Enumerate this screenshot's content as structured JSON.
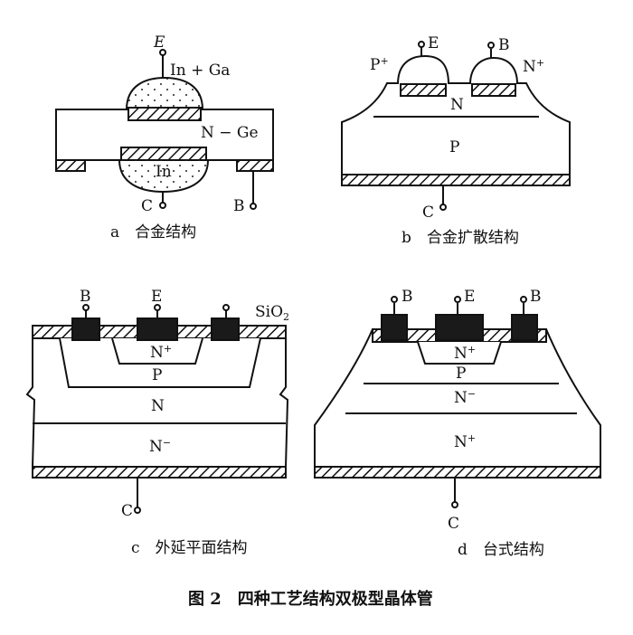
{
  "figure": {
    "caption": "图 2　四种工艺结构双极型晶体管"
  },
  "panels": [
    {
      "id": "a",
      "caption": "a　合金结构",
      "labels": {
        "emitter": "E",
        "emitter_material": "In + Ga",
        "base_region": "N − Ge",
        "collector_material": "In",
        "collector": "C",
        "base": "B"
      }
    },
    {
      "id": "b",
      "caption": "b　合金扩散结构",
      "labels": {
        "p_plus": "P",
        "p_plus_sup": "+",
        "emitter": "E",
        "base": "B",
        "n_plus": "N",
        "n_plus_sup": "+",
        "n_region": "N",
        "p_region": "P",
        "collector": "C"
      }
    },
    {
      "id": "c",
      "caption": "c　外延平面结构",
      "labels": {
        "base": "B",
        "emitter": "E",
        "oxide": "SiO",
        "oxide_sub": "2",
        "emitter_region": "N",
        "emitter_region_sup": "+",
        "base_region": "P",
        "epi_region": "N",
        "substrate": "N",
        "substrate_sup": "−",
        "collector": "C"
      }
    },
    {
      "id": "d",
      "caption": "d　台式结构",
      "labels": {
        "base_left": "B",
        "emitter": "E",
        "base_right": "B",
        "emitter_region": "N",
        "emitter_region_sup": "+",
        "base_region": "P",
        "n_minus": "N",
        "n_minus_sup": "−",
        "n_plus": "N",
        "n_plus_sup": "+",
        "collector": "C"
      }
    }
  ]
}
